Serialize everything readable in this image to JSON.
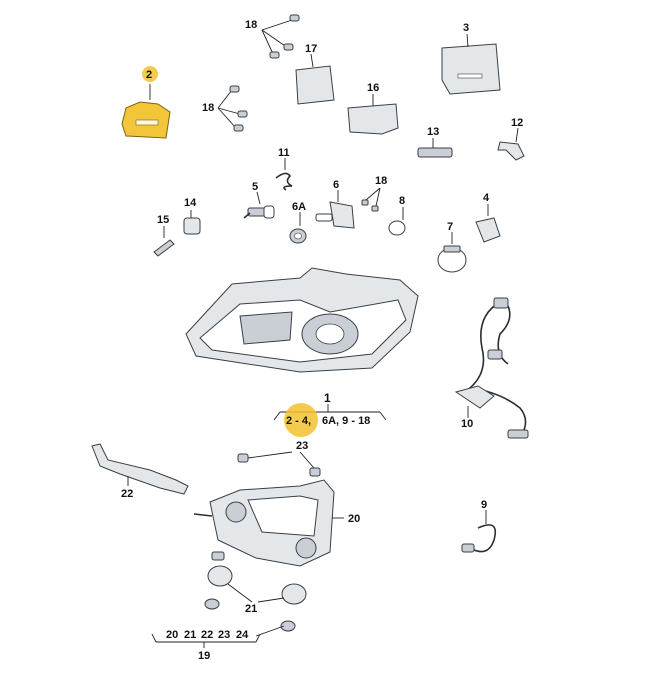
{
  "labels": {
    "p1": "1",
    "p2": "2",
    "p3": "3",
    "p4": "4",
    "p5": "5",
    "p6": "6",
    "p6a": "6A",
    "p7": "7",
    "p8": "8",
    "p9": "9",
    "p10": "10",
    "p11": "11",
    "p12": "12",
    "p13": "13",
    "p14": "14",
    "p15": "15",
    "p16": "16",
    "p17": "17",
    "p18a": "18",
    "p18b": "18",
    "p18c": "18",
    "p19": "19",
    "p20": "20",
    "p21": "21",
    "p22": "22",
    "p23": "23"
  },
  "group1": {
    "range_a": "2 - 4,",
    "range_b": "6A, 9 - 18"
  },
  "group19": {
    "items": [
      "20",
      "21",
      "22",
      "23",
      "24"
    ]
  },
  "colors": {
    "highlight": "#f2c230",
    "part_fill": "#e4e7ea",
    "outline": "#3a3f45"
  }
}
